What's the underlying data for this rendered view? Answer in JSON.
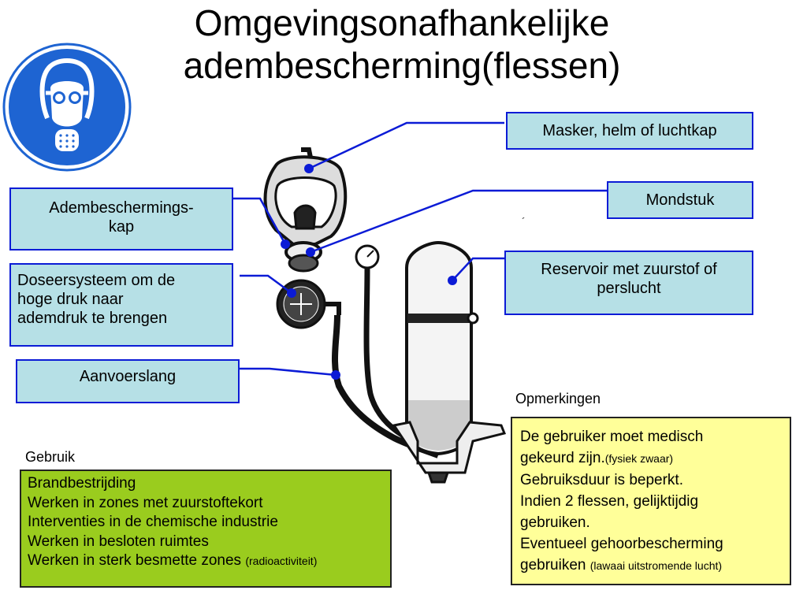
{
  "title": {
    "line1": "Omgevingsonafhankelijke",
    "line2": "adembescherming(flessen)"
  },
  "icon": "gas-mask-mandatory-sign",
  "colors": {
    "label_box": "#b6e0e6",
    "label_border": "#0b1bd6",
    "usage_box": "#9acc1e",
    "remarks_box": "#ffff99",
    "sign_blue": "#1e64d2"
  },
  "labels": {
    "mask": "Masker, helm of luchtkap",
    "hood_line1": "Adembeschermings-",
    "hood_line2": "kap",
    "mouthpiece": "Mondstuk",
    "dosing_line1": "Doseersysteem om de",
    "dosing_line2": "hoge druk naar",
    "dosing_line3": "ademdruk te brengen",
    "reservoir_line1": "Reservoir met zuurstof of",
    "reservoir_line2": "perslucht",
    "hose": "Aanvoerslang"
  },
  "usage": {
    "heading": "Gebruik",
    "items": [
      "Brandbestrijding",
      "Werken in zones met zuurstoftekort",
      "Interventies in de chemische industrie",
      "Werken in besloten ruimtes",
      "Werken in sterk besmette zones"
    ],
    "last_note": "(radioactiviteit)"
  },
  "remarks": {
    "heading": "Opmerkingen",
    "line1": "De gebruiker moet medisch",
    "line2": "gekeurd zijn.",
    "line2_note": "(fysiek zwaar)",
    "line3": "Gebruiksduur is beperkt.",
    "line4": "Indien 2 flessen, gelijktijdig",
    "line5": "gebruiken.",
    "line6": "Eventueel gehoorbescherming",
    "line7": "gebruiken",
    "line7_note": "(lawaai uitstromende lucht)"
  }
}
